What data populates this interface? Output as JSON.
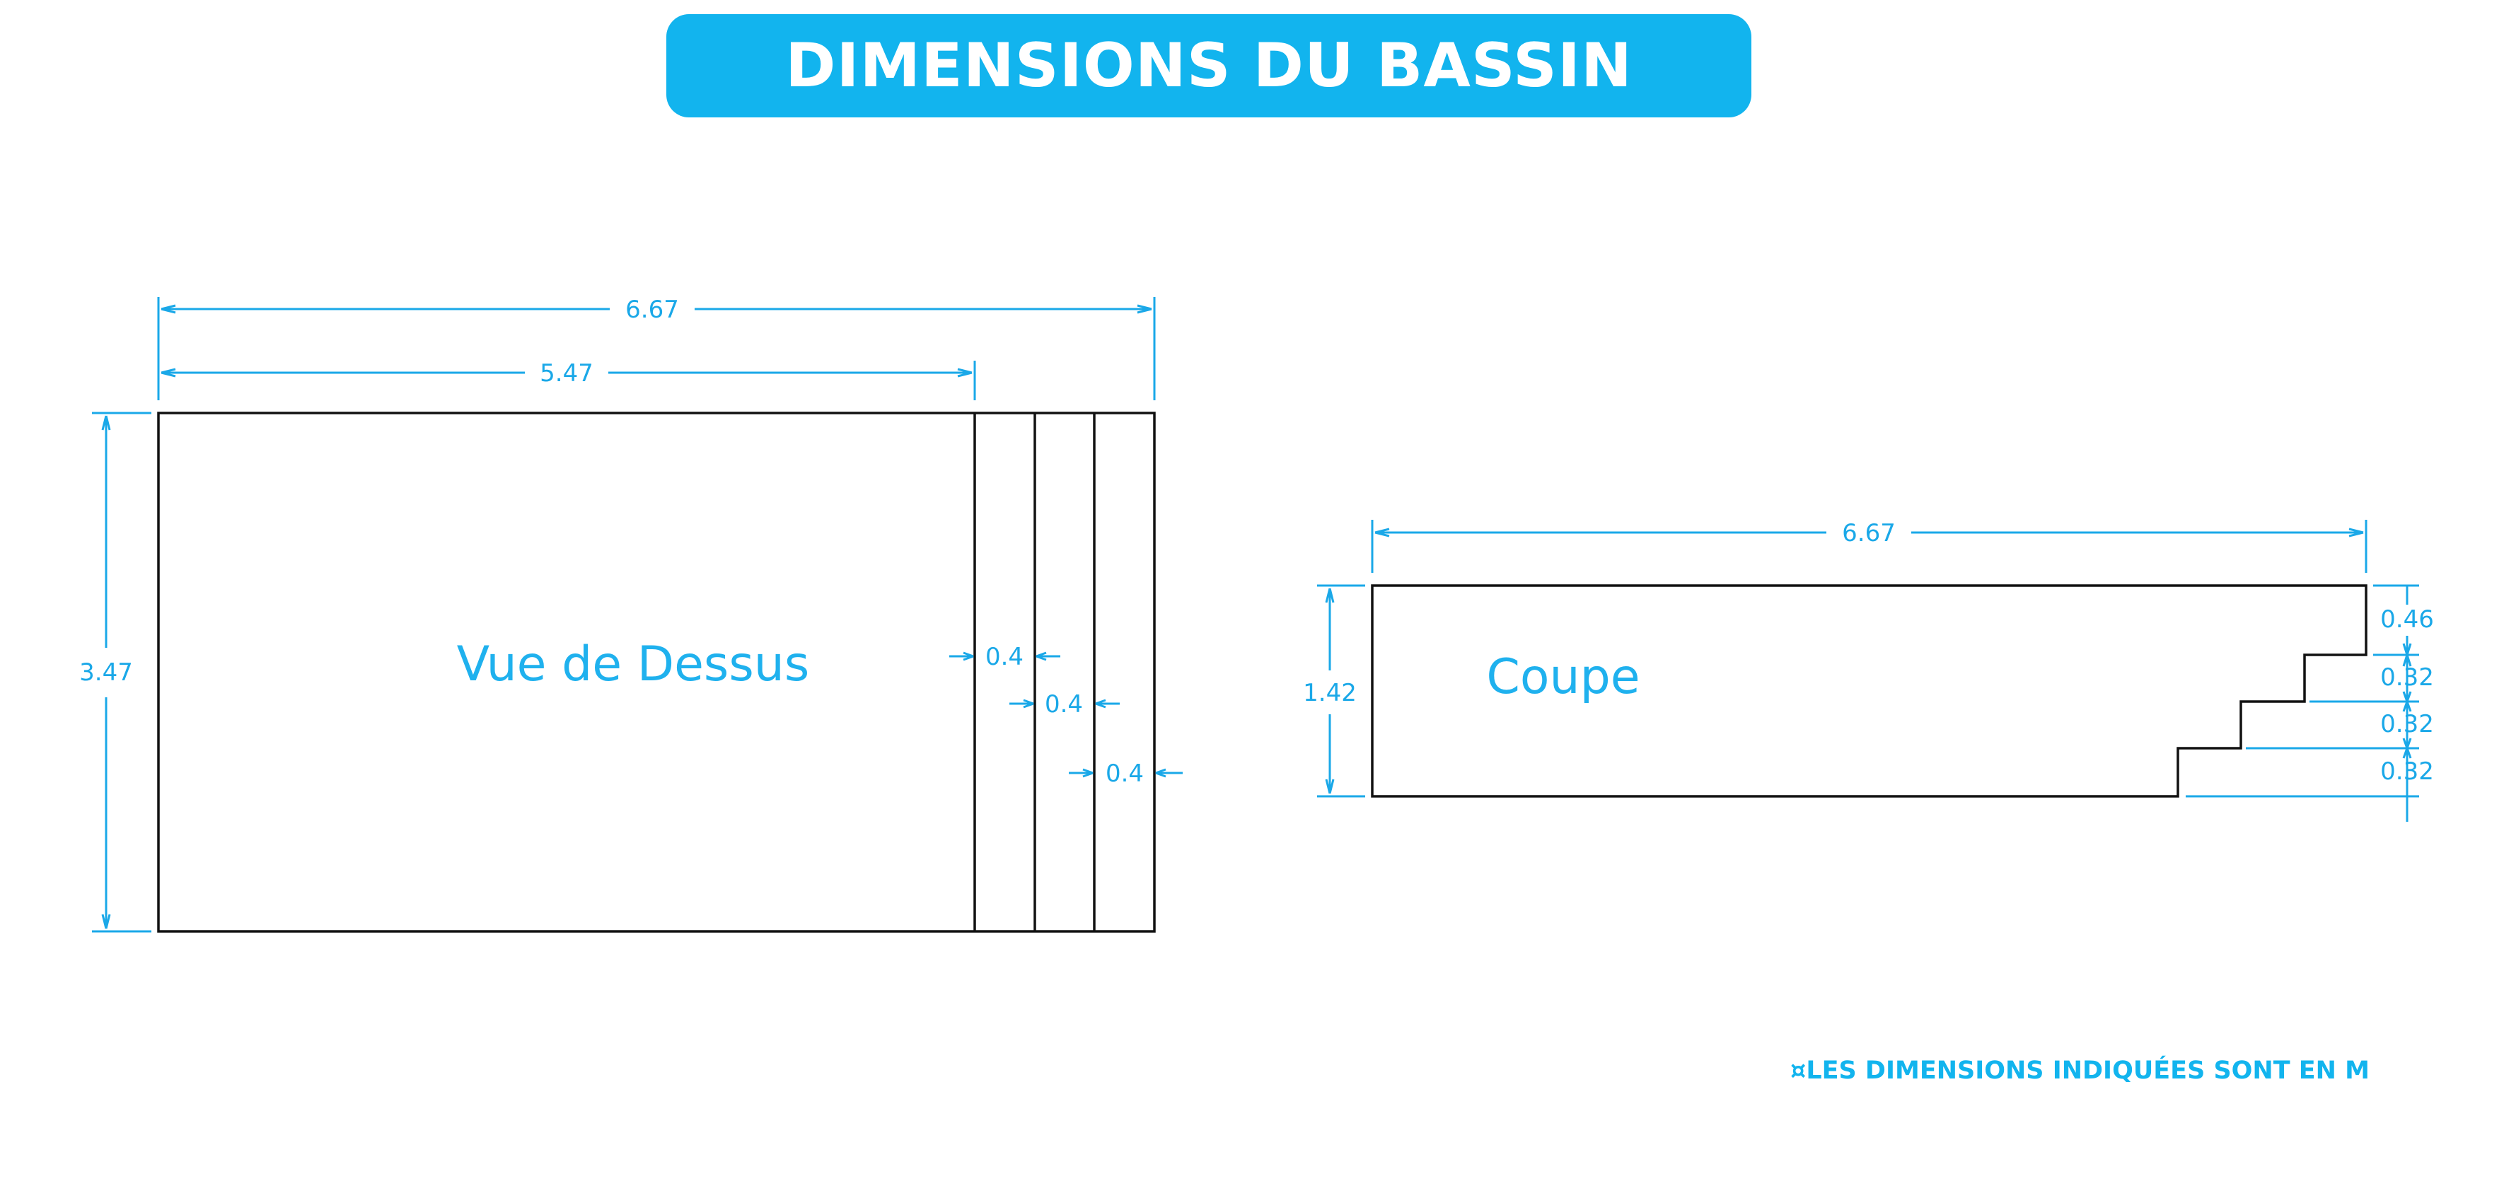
{
  "header": {
    "title": "DIMENSIONS DU BASSIN"
  },
  "footnote": "¤LES DIMENSIONS INDIQUÉES SONT EN M",
  "top_view": {
    "label": "Vue de Dessus",
    "total_length": "6.67",
    "pool_length": "5.47",
    "width": "3.47",
    "step_1": "0.4",
    "step_2": "0.4",
    "step_3": "0.4"
  },
  "section_view": {
    "label": "Coupe",
    "length": "6.67",
    "depth": "1.42",
    "rise_top": "0.46",
    "rise_1": "0.32",
    "rise_2": "0.32",
    "rise_3": "0.32"
  },
  "colors": {
    "accent": "#12b4ee",
    "dimension": "#1aa8e8",
    "outline": "#111111"
  }
}
